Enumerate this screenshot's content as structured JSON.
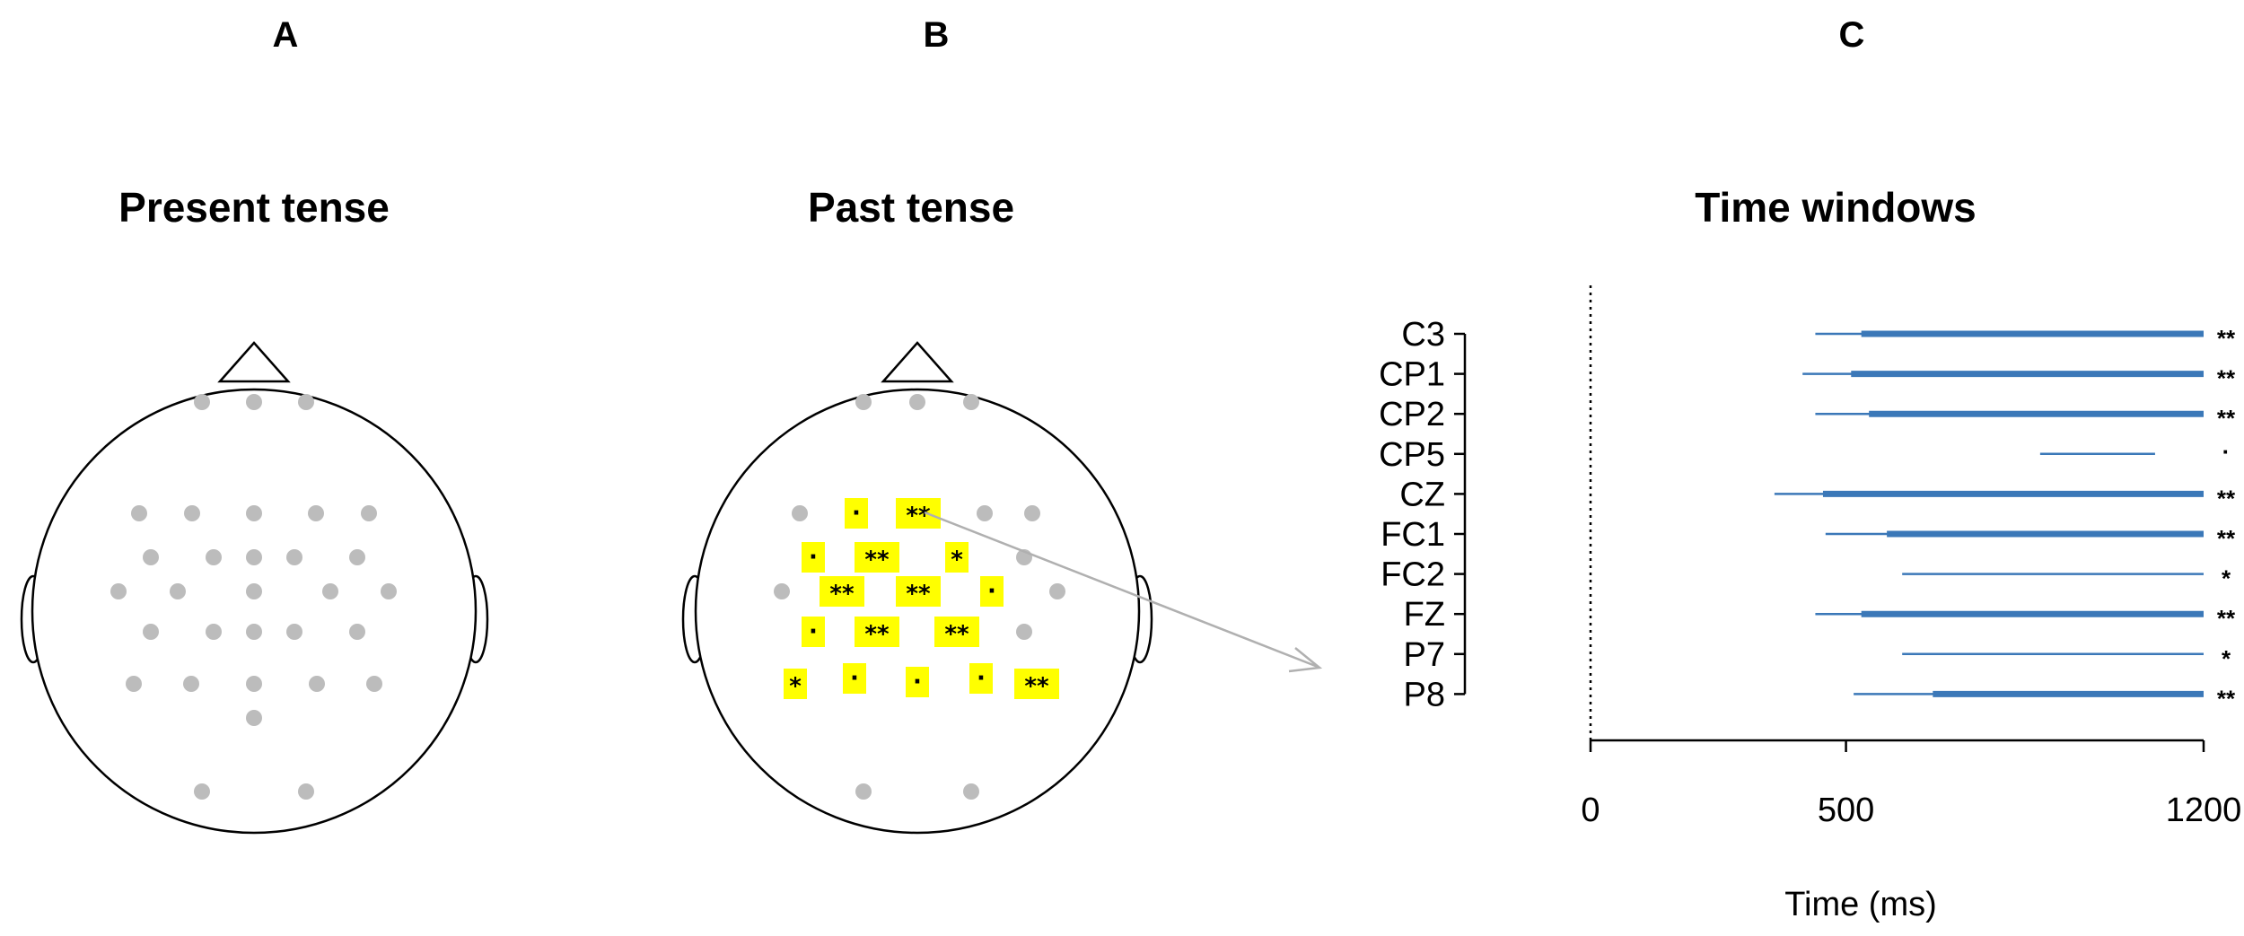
{
  "panels": {
    "a": {
      "letter": "A",
      "title": "Present tense"
    },
    "b": {
      "letter": "B",
      "title": "Past tense"
    },
    "c": {
      "letter": "C",
      "title": "Time windows"
    }
  },
  "colors": {
    "electrode": "#bcbcbc",
    "highlight": "#ffff00",
    "bar": "#3b78b8",
    "arrow": "#b0b0b0"
  },
  "head_markers": [
    {
      "row": 3,
      "pos": 1,
      "mark": "·"
    },
    {
      "row": 3,
      "pos": 2,
      "mark": "**"
    },
    {
      "row": 4,
      "pos": 0,
      "mark": "·"
    },
    {
      "row": 4,
      "pos": 1,
      "mark": "**"
    },
    {
      "row": 4,
      "pos": 2,
      "mark": "*"
    },
    {
      "row": 5,
      "pos": 0,
      "mark": "**"
    },
    {
      "row": 5,
      "pos": 1,
      "mark": "**"
    },
    {
      "row": 5,
      "pos": 2,
      "mark": "·"
    },
    {
      "row": 6,
      "pos": 0,
      "mark": "·"
    },
    {
      "row": 6,
      "pos": 1,
      "mark": "**"
    },
    {
      "row": 6,
      "pos": 2,
      "mark": "**"
    },
    {
      "row": 7,
      "pos": 0,
      "mark": "*"
    },
    {
      "row": 7,
      "pos": 1,
      "mark": "·"
    },
    {
      "row": 7,
      "pos": 2,
      "mark": "·"
    },
    {
      "row": 7,
      "pos": 3,
      "mark": "·"
    },
    {
      "row": 7,
      "pos": 4,
      "mark": "**"
    }
  ],
  "chart_data": {
    "type": "bar",
    "title": "Time windows",
    "xlabel": "Time (ms)",
    "xlim": [
      0,
      1200
    ],
    "xticks": [
      0,
      500,
      1200
    ],
    "reference_line_x": 0,
    "channels": [
      {
        "name": "C3",
        "thin": [
          440,
          1200
        ],
        "thick": [
          530,
          1200
        ],
        "sig": "**"
      },
      {
        "name": "CP1",
        "thin": [
          415,
          1200
        ],
        "thick": [
          510,
          1200
        ],
        "sig": "**"
      },
      {
        "name": "CP2",
        "thin": [
          440,
          1200
        ],
        "thick": [
          545,
          1200
        ],
        "sig": "**"
      },
      {
        "name": "CP5",
        "thin": [
          880,
          1105
        ],
        "thick": null,
        "sig": "·"
      },
      {
        "name": "CZ",
        "thin": [
          360,
          1200
        ],
        "thick": [
          455,
          1200
        ],
        "sig": "**"
      },
      {
        "name": "FC1",
        "thin": [
          460,
          1200
        ],
        "thick": [
          580,
          1200
        ],
        "sig": "**"
      },
      {
        "name": "FC2",
        "thin": [
          610,
          1200
        ],
        "thick": null,
        "sig": "*"
      },
      {
        "name": "FZ",
        "thin": [
          440,
          1200
        ],
        "thick": [
          530,
          1200
        ],
        "sig": "**"
      },
      {
        "name": "P7",
        "thin": [
          610,
          1200
        ],
        "thick": null,
        "sig": "*"
      },
      {
        "name": "P8",
        "thin": [
          515,
          1200
        ],
        "thick": [
          670,
          1200
        ],
        "sig": "**"
      }
    ]
  }
}
